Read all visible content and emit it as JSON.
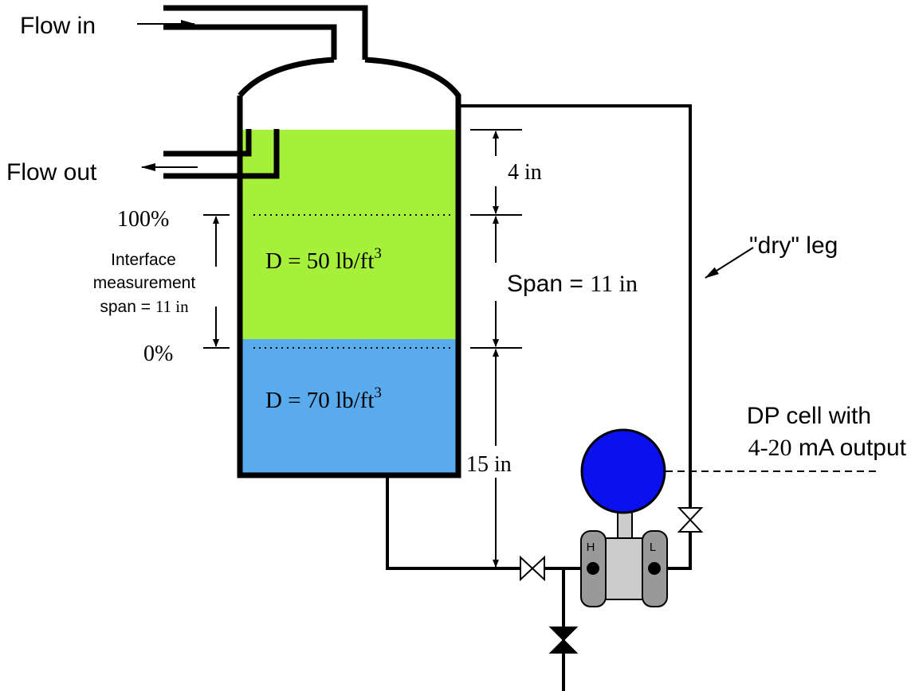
{
  "labels": {
    "flow_in": "Flow in",
    "flow_out": "Flow out",
    "pct_100": "100%",
    "pct_0": "0%",
    "interface_1": "Interface",
    "interface_2": "measurement",
    "interface_3_prefix": "span = ",
    "interface_3_value": "11 in",
    "upper_density_prefix": "D = 50 lb/ft",
    "upper_density_exp": "3",
    "lower_density_prefix": "D = 70 lb/ft",
    "lower_density_exp": "3",
    "dim_top": "4 in",
    "span_prefix": "Span = ",
    "span_value": "11 in",
    "dim_bottom": "15 in",
    "dry_leg": "\"dry\" leg",
    "dp_cell_1": "DP cell with",
    "dp_cell_2_num": "4-20",
    "dp_cell_2_text": " mA output",
    "port_high": "H",
    "port_low": "L"
  },
  "colors": {
    "upper_liquid": "#a6f03c",
    "lower_liquid": "#5aaaee",
    "dp_cell_bulb": "#0a10ee",
    "transmitter_body": "#cccccc",
    "transmitter_flange": "#999999"
  }
}
